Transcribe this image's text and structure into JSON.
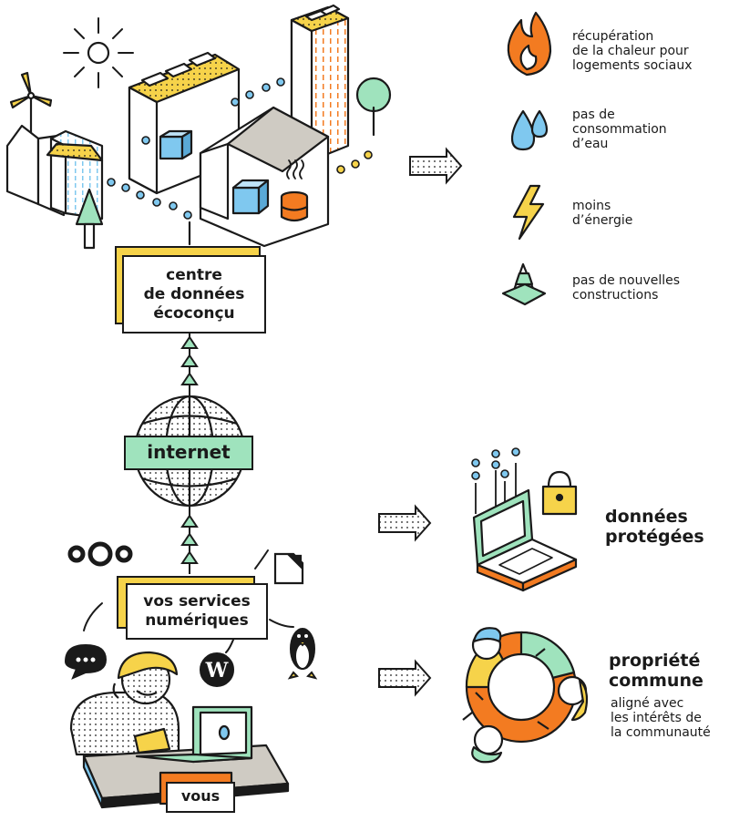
{
  "nodes": {
    "datacenter": [
      "centre",
      "de données",
      "écoconçu"
    ],
    "internet": "internet",
    "services": [
      "vos services",
      "numériques"
    ],
    "you": "vous"
  },
  "benefits": [
    {
      "icon": "flame-icon",
      "lines": [
        "récupération",
        "de la chaleur pour",
        "logements sociaux"
      ]
    },
    {
      "icon": "water-drops-icon",
      "lines": [
        "pas de",
        "consommation",
        "d’eau"
      ]
    },
    {
      "icon": "lightning-icon",
      "lines": [
        "moins",
        "d’énergie"
      ]
    },
    {
      "icon": "traffic-cone-icon",
      "lines": [
        "pas de nouvelles",
        "constructions"
      ]
    }
  ],
  "protected": {
    "icon": "laptop-lock-icon",
    "lines": [
      "données",
      "protégées"
    ]
  },
  "commons": {
    "icon": "community-ring-icon",
    "title": [
      "propriété",
      "commune"
    ],
    "lines": [
      "aligné avec",
      "les intérêts de",
      "la communauté"
    ]
  },
  "colors": {
    "yellow": "#f6d34a",
    "mint": "#9fe3bd",
    "orange": "#f37b21",
    "blue": "#7fc8ef",
    "gray": "#cfcbc3",
    "ink": "#1a1a1a"
  }
}
